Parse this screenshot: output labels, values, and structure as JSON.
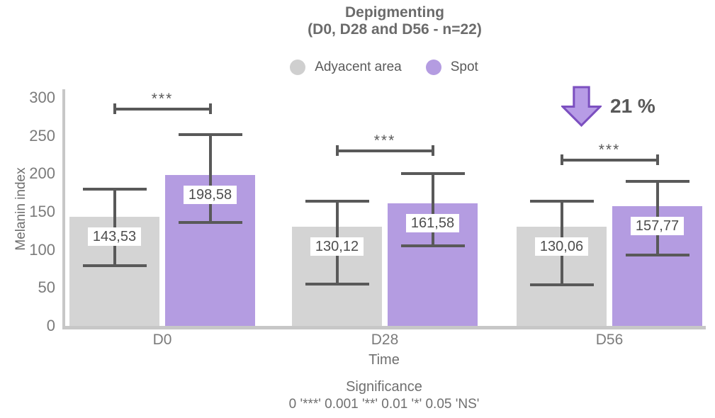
{
  "title": {
    "line1": "Depigmenting",
    "line2": "(D0, D28 and D56 - n=22)"
  },
  "legend": {
    "items": [
      {
        "label": "Adyacent area",
        "color_key": "adjacent"
      },
      {
        "label": "Spot",
        "color_key": "spot"
      }
    ]
  },
  "annotation": {
    "arrow_icon": "down-arrow",
    "text": "21 %"
  },
  "footer": {
    "line1": "Significance",
    "line2": "0 '***' 0.001 '**' 0.01 '*' 0.05 'NS'"
  },
  "colors": {
    "adjacent": "#d4d4d4",
    "adjacent_dot": "#cfcfcf",
    "spot": "#b49ce1",
    "spot_dot": "#b49ce1",
    "errorbar": "#595959",
    "axis": "#c7c7c7",
    "arrow_fill": "#b79ce6",
    "arrow_stroke": "#7c50c0"
  },
  "chart_data": {
    "type": "bar",
    "title": "Depigmenting (D0, D28 and D56 - n=22)",
    "categories": [
      "D0",
      "D28",
      "D56"
    ],
    "series": [
      {
        "name": "Adyacent area",
        "color_key": "adjacent",
        "values": [
          143.53,
          130.12,
          130.06
        ],
        "labels": [
          "143,53",
          "130,12",
          "130,06"
        ],
        "err_low": [
          79,
          55,
          54
        ],
        "err_high": [
          180,
          164,
          164
        ]
      },
      {
        "name": "Spot",
        "color_key": "spot",
        "values": [
          198.58,
          161.58,
          157.77
        ],
        "labels": [
          "198,58",
          "161,58",
          "157,77"
        ],
        "err_low": [
          136,
          105,
          93
        ],
        "err_high": [
          252,
          200,
          190
        ]
      }
    ],
    "significance": [
      "***",
      "***",
      "***"
    ],
    "xlabel": "Time",
    "ylabel": "Melanin index",
    "ylim": [
      0,
      300
    ],
    "yticks": [
      0,
      50,
      100,
      150,
      200,
      250,
      300
    ],
    "legend_position": "top",
    "grid": false,
    "decrease_percent": "21 %"
  }
}
